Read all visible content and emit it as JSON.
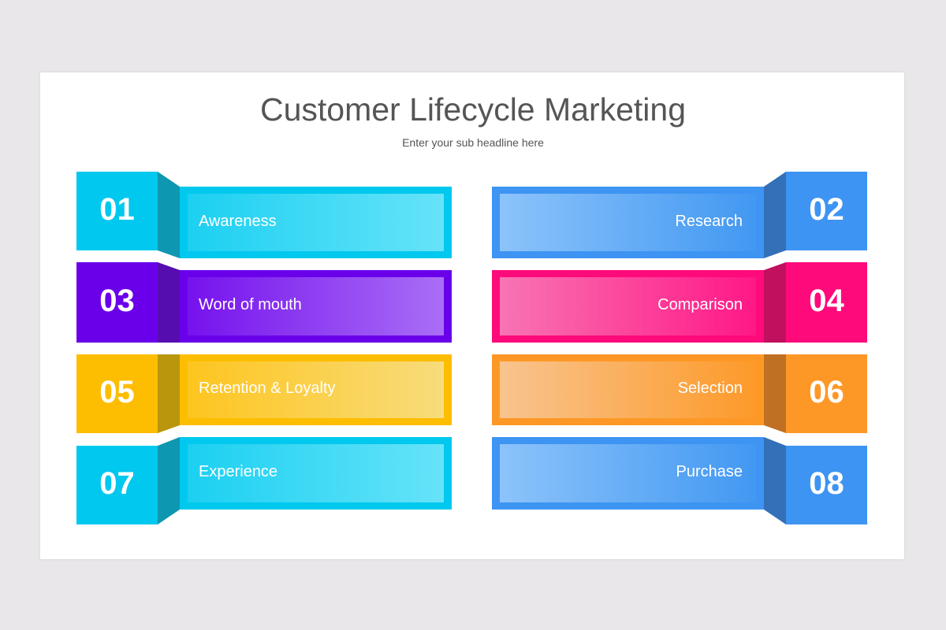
{
  "header": {
    "title": "Customer Lifecycle Marketing",
    "subtitle": "Enter your sub headline here"
  },
  "steps": [
    {
      "number": "01",
      "label": "Awareness",
      "side": "left",
      "color": "#00c8ee",
      "fold": "#0e97b0",
      "inner_from": "#1cd0f1",
      "inner_to": "#66e3f9"
    },
    {
      "number": "02",
      "label": "Research",
      "side": "right",
      "color": "#3d94f2",
      "fold": "#3470b8",
      "inner_from": "#8cc3fa",
      "inner_to": "#4298f2"
    },
    {
      "number": "03",
      "label": "Word of mouth",
      "side": "left",
      "color": "#6a00ea",
      "fold": "#560db0",
      "inner_from": "#7612ee",
      "inner_to": "#a96ef5"
    },
    {
      "number": "04",
      "label": "Comparison",
      "side": "right",
      "color": "#ff0a7a",
      "fold": "#c0105e",
      "inner_from": "#f874b3",
      "inner_to": "#ff1886"
    },
    {
      "number": "05",
      "label": "Retention & Loyalty",
      "side": "left",
      "color": "#fdbd00",
      "fold": "#b9960c",
      "inner_from": "#fdc51f",
      "inner_to": "#f8dc7c"
    },
    {
      "number": "06",
      "label": "Selection",
      "side": "right",
      "color": "#fd9826",
      "fold": "#c07023",
      "inner_from": "#f8c48e",
      "inner_to": "#fd9a2a"
    },
    {
      "number": "07",
      "label": "Experience",
      "side": "left",
      "color": "#00c8ee",
      "fold": "#0e97b0",
      "inner_from": "#1cd0f1",
      "inner_to": "#66e3f9"
    },
    {
      "number": "08",
      "label": "Purchase",
      "side": "right",
      "color": "#3d94f2",
      "fold": "#3470b8",
      "inner_from": "#8cc3fa",
      "inner_to": "#4298f2"
    }
  ]
}
